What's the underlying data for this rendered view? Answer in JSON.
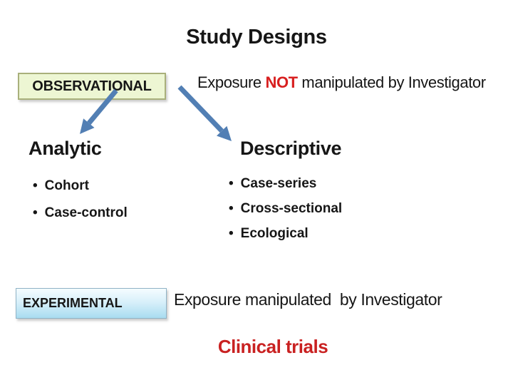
{
  "slide": {
    "title": "Study Designs",
    "observational": {
      "label": "OBSERVATIONAL",
      "description": {
        "prefix": "Exposure ",
        "emphasis": "NOT",
        "suffix": " manipulated by Investigator"
      },
      "branches": [
        {
          "heading": "Analytic",
          "items": [
            "Cohort",
            "Case-control"
          ]
        },
        {
          "heading": "Descriptive",
          "items": [
            "Case-series",
            "Cross-sectional",
            "Ecological"
          ]
        }
      ]
    },
    "experimental": {
      "label": "EXPERIMENTAL",
      "description": "Exposure manipulated  by Investigator",
      "note": "Clinical trials"
    },
    "icons": {
      "left_arrow": "diagonal-arrow-down-left",
      "right_arrow": "diagonal-arrow-down-right"
    },
    "colors": {
      "text_black": "#161616",
      "emphasis_red": "#d82020",
      "note_red": "#c92121",
      "arrow_blue": "#527fb4",
      "observational_box_bg": "#edf6d3",
      "observational_box_border": "#a9b07b",
      "experimental_box_bg_top": "#f5fcff",
      "experimental_box_bg_bottom": "#a9dcf0",
      "experimental_box_border": "#8fb3c6"
    }
  }
}
